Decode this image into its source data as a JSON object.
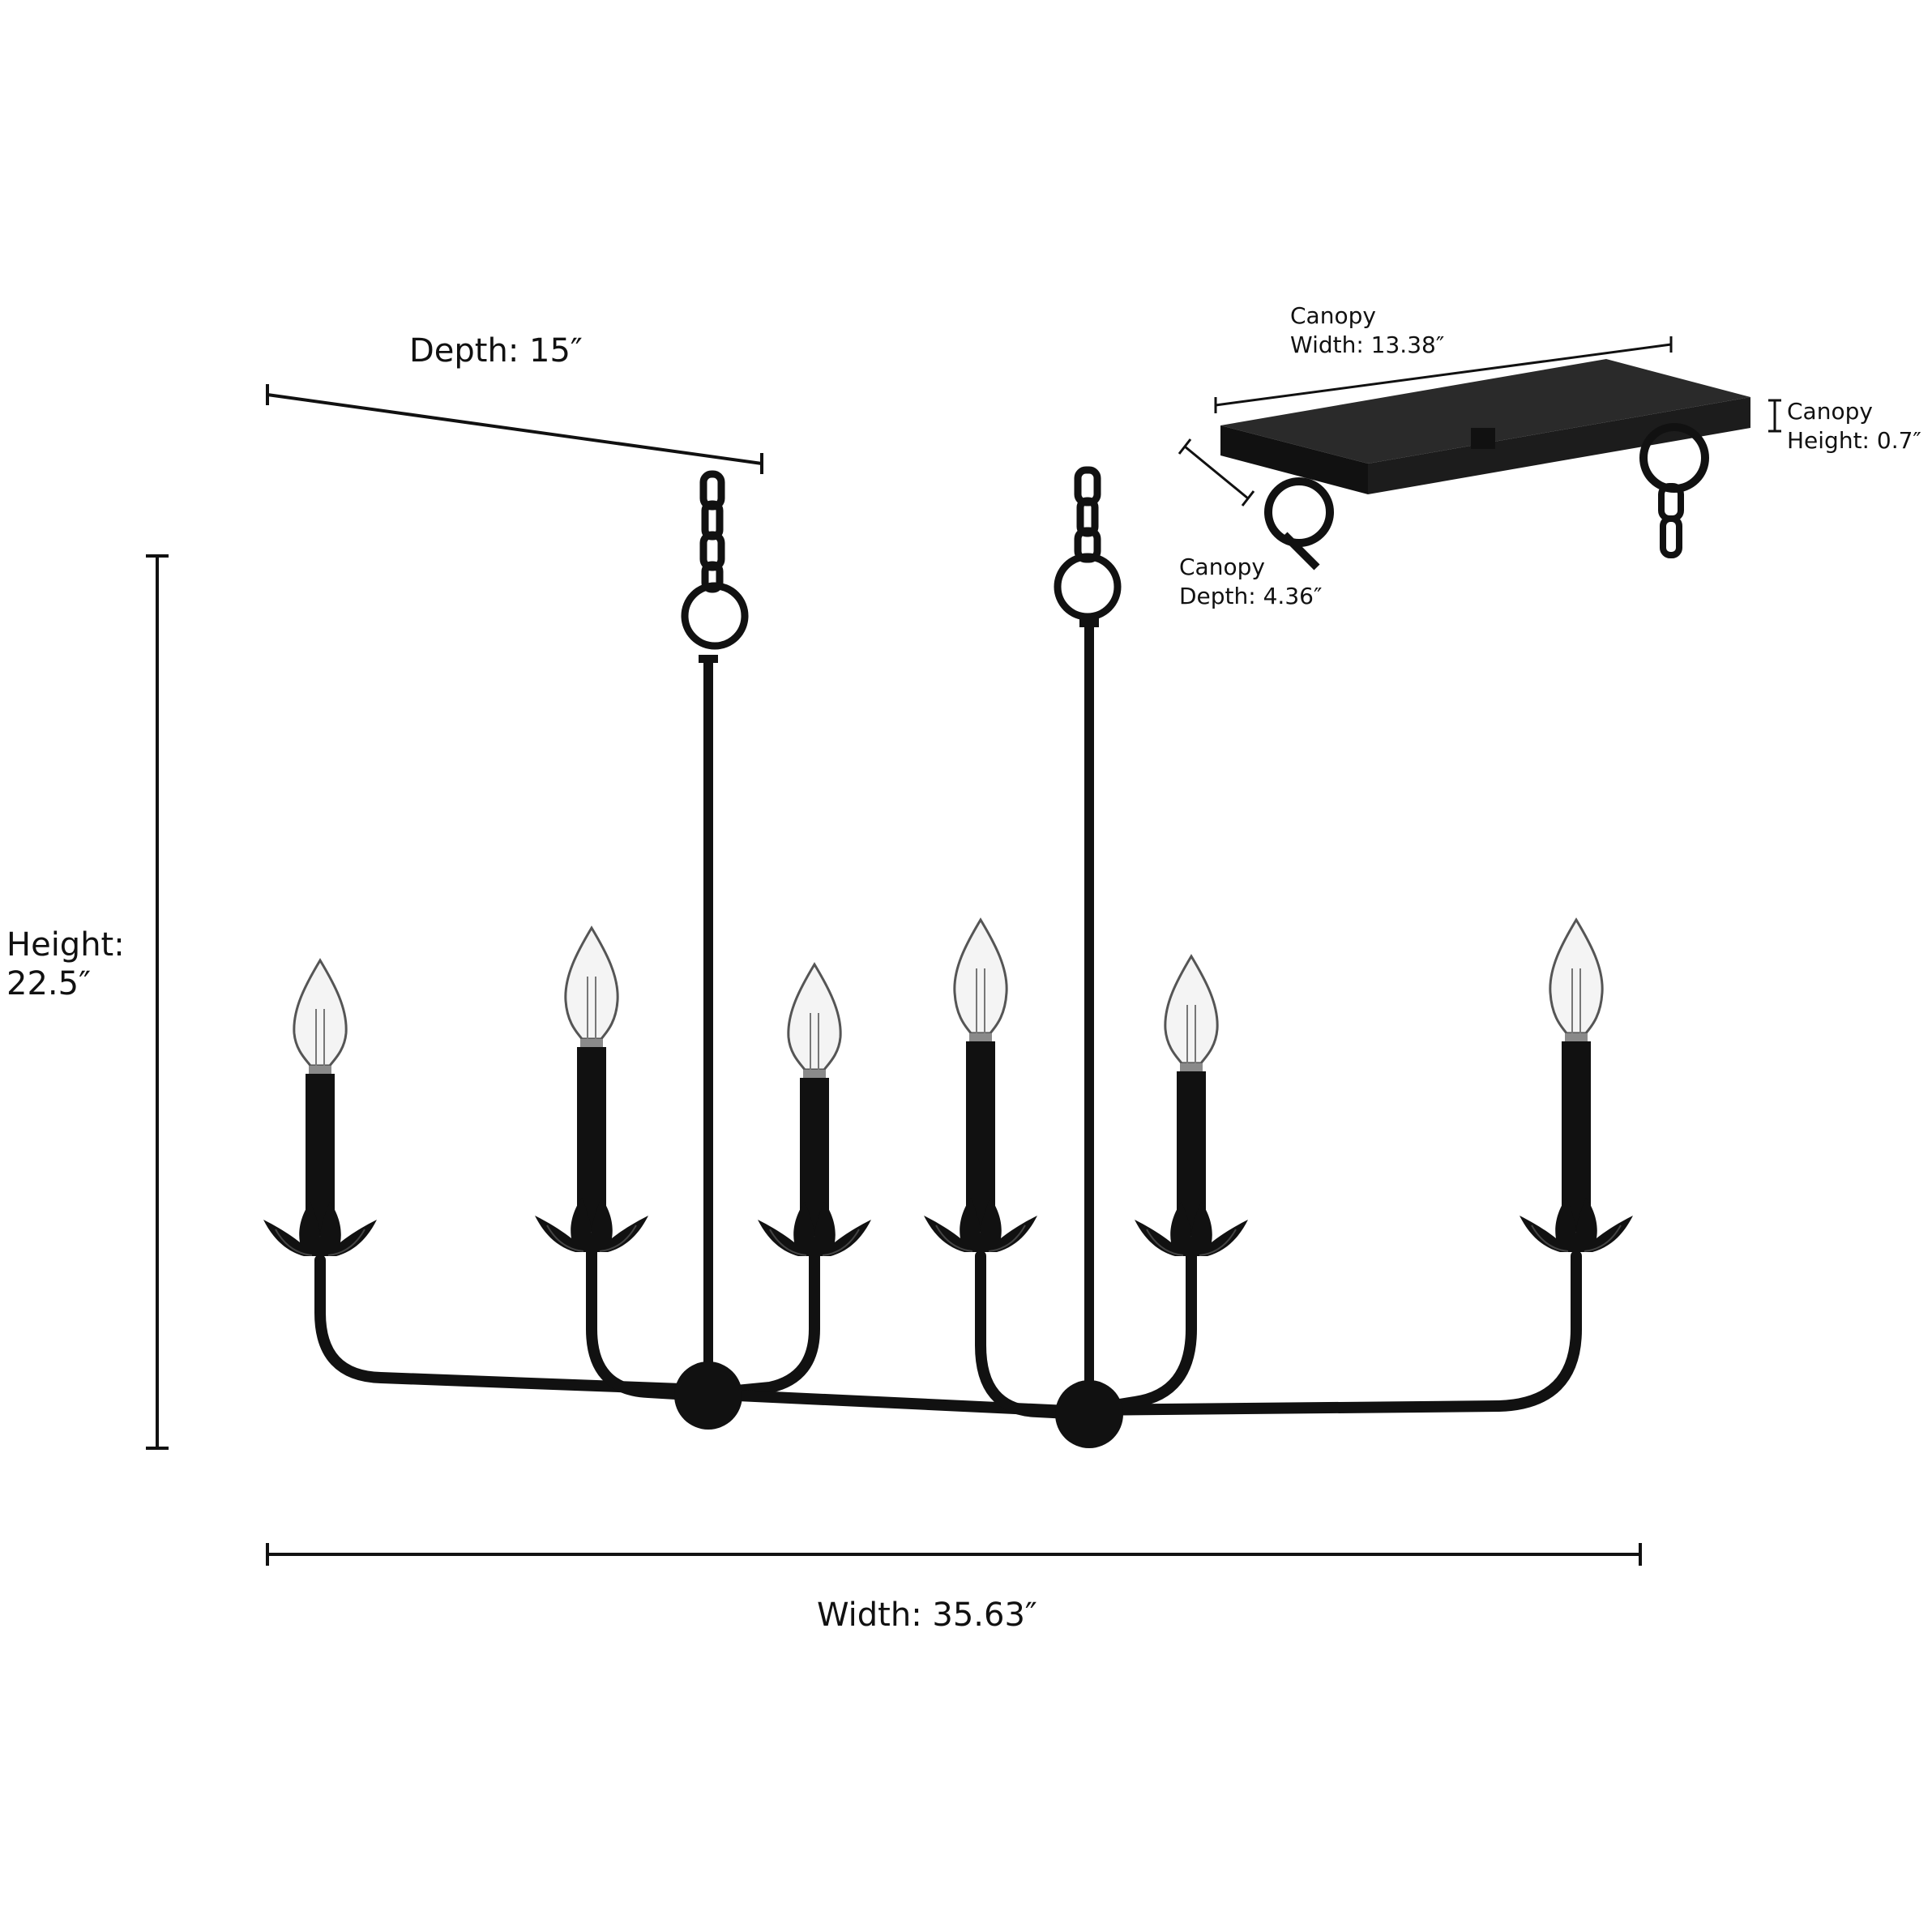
{
  "dimensions": {
    "depth": "Depth: 15″",
    "height_line1": "Height:",
    "height_line2": "22.5″",
    "width": "Width: 35.63″",
    "canopy_width_line1": "Canopy",
    "canopy_width_line2": "Width: 13.38″",
    "canopy_height_line1": "Canopy",
    "canopy_height_line2": "Height: 0.7″",
    "canopy_depth_line1": "Canopy",
    "canopy_depth_line2": "Depth: 4.36″"
  },
  "product": {
    "light_count": 6,
    "finish_color": "#111111",
    "bulb_glass_color": "#f4f4f4",
    "line_color": "#111111"
  }
}
